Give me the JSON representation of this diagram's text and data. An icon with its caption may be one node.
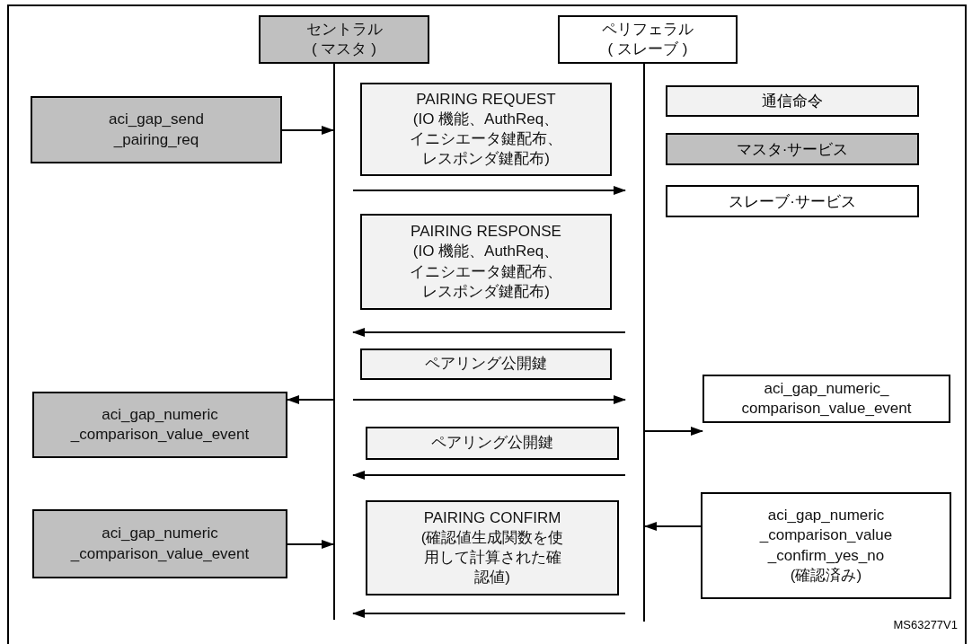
{
  "diagram": {
    "nodes": [
      {
        "text": [
          "セントラル ( マスタ )"
        ]
      },
      {
        "text": [
          "ペリフェラル ( スレーブ )"
        ]
      },
      {
        "text": [
          "aci_gap_send _pairing_req"
        ]
      },
      {
        "text": [
          "PAIRING REQUEST",
          "(IO 機能、AuthReq、イニシエータ鍵配布、レスポンダ鍵配布)"
        ]
      },
      {
        "text": [
          "PAIRING RESPONSE",
          "(IO 機能、AuthReq、イニシエータ鍵配布、レスポンダ鍵配布)"
        ]
      },
      {
        "text": [
          "ペアリング公開鍵"
        ]
      },
      {
        "text": [
          "aci_gap_numeric_ comparison_value_event"
        ]
      },
      {
        "text": [
          "aci_gap_numeric _comparison_value_event"
        ]
      },
      {
        "text": [
          "ペアリング公開鍵"
        ]
      },
      {
        "text": [
          "aci_gap_numeric _comparison_value_event"
        ]
      },
      {
        "text": [
          "PAIRING CONFIRM",
          "(確認値生成関数を使用して計算された確認値)"
        ]
      },
      {
        "text": [
          "aci_gap_numeric _comparison_value _confirm_yes_no (確認済み)"
        ]
      },
      {
        "text": [],
        "shape": "bar"
      },
      {
        "text": [],
        "shape": "bar"
      }
    ],
    "edges": [
      {
        "from": 2,
        "to": 12,
        "arrow": "to"
      },
      {
        "from": 12,
        "to": 13,
        "arrow": "to"
      },
      {
        "from": 13,
        "to": 12,
        "arrow": "to"
      },
      {
        "from": 12,
        "to": 13,
        "arrow": "to"
      },
      {
        "from": 13,
        "to": 6,
        "arrow": "to"
      },
      {
        "from": 12,
        "to": 7,
        "arrow": "to"
      },
      {
        "from": 13,
        "to": 12,
        "arrow": "to"
      },
      {
        "from": 9,
        "to": 12,
        "arrow": "to"
      },
      {
        "from": 11,
        "to": 13,
        "arrow": "to"
      },
      {
        "from": 13,
        "to": 12,
        "arrow": "to"
      }
    ],
    "labels": [
      "MS63277V1"
    ],
    "legend": [
      {
        "text": "通信命令",
        "color": "#f2f2f2"
      },
      {
        "text": "マスタ·サービス",
        "color": "#c0c0c0"
      },
      {
        "text": "スレーブ·サービス",
        "color": "#ffffff"
      }
    ]
  }
}
